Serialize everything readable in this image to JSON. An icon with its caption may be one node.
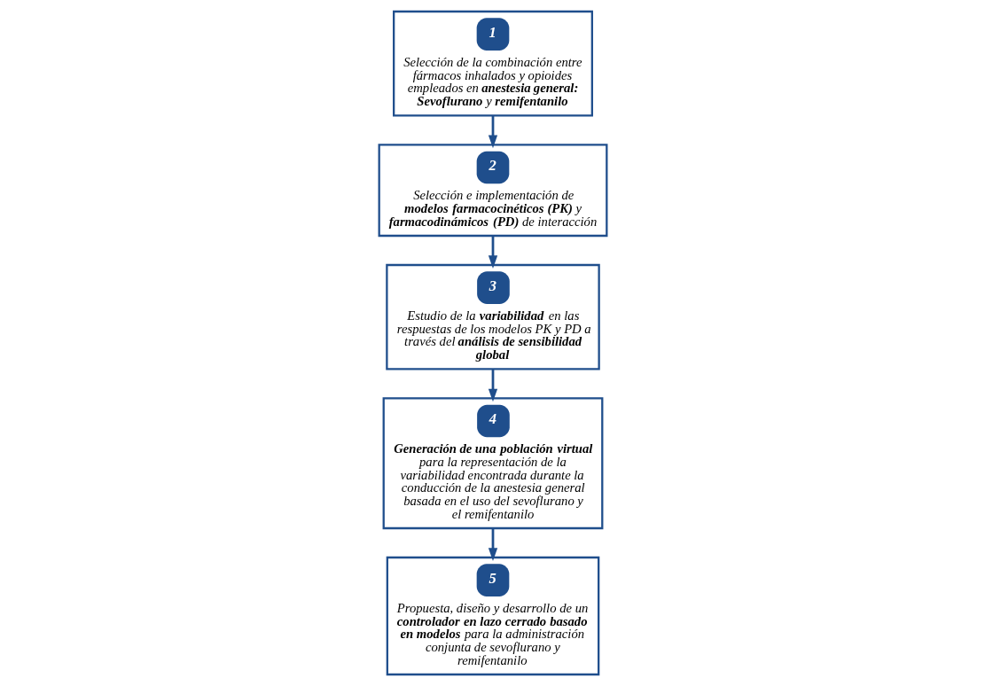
{
  "diagram": {
    "nodes": [
      {
        "text": [
          "1",
          "Selección de la combinación entre fármacos inhalados y opioides empleados en **anestesia general: Sevoflurano** y **remifentanilo**"
        ]
      },
      {
        "text": [
          "2",
          "Selección e implementación de **modelos farmacocinéticos (PK)** y **farmacodinámicos (PD)** de interacción"
        ]
      },
      {
        "text": [
          "3",
          "Estudio de la **variabilidad** en las respuestas de los modelos PK y PD a través del **análisis de sensibilidad global**"
        ]
      },
      {
        "text": [
          "4",
          "**Generación de una población virtual** para la representación de la variabilidad encontrada durante la conducción de la anestesia general basada en el uso del sevoflurano y el remifentanilo"
        ]
      },
      {
        "text": [
          "5",
          "Propuesta, diseño y desarrollo de un **controlador en lazo cerrado basado en modelos** para la administración conjunta de sevoflurano y remifentanilo"
        ]
      }
    ],
    "edges": [
      {
        "from": 0,
        "to": 1,
        "arrow": "to"
      },
      {
        "from": 1,
        "to": 2,
        "arrow": "to"
      },
      {
        "from": 2,
        "to": 3,
        "arrow": "to"
      },
      {
        "from": 3,
        "to": 4,
        "arrow": "to"
      }
    ]
  }
}
